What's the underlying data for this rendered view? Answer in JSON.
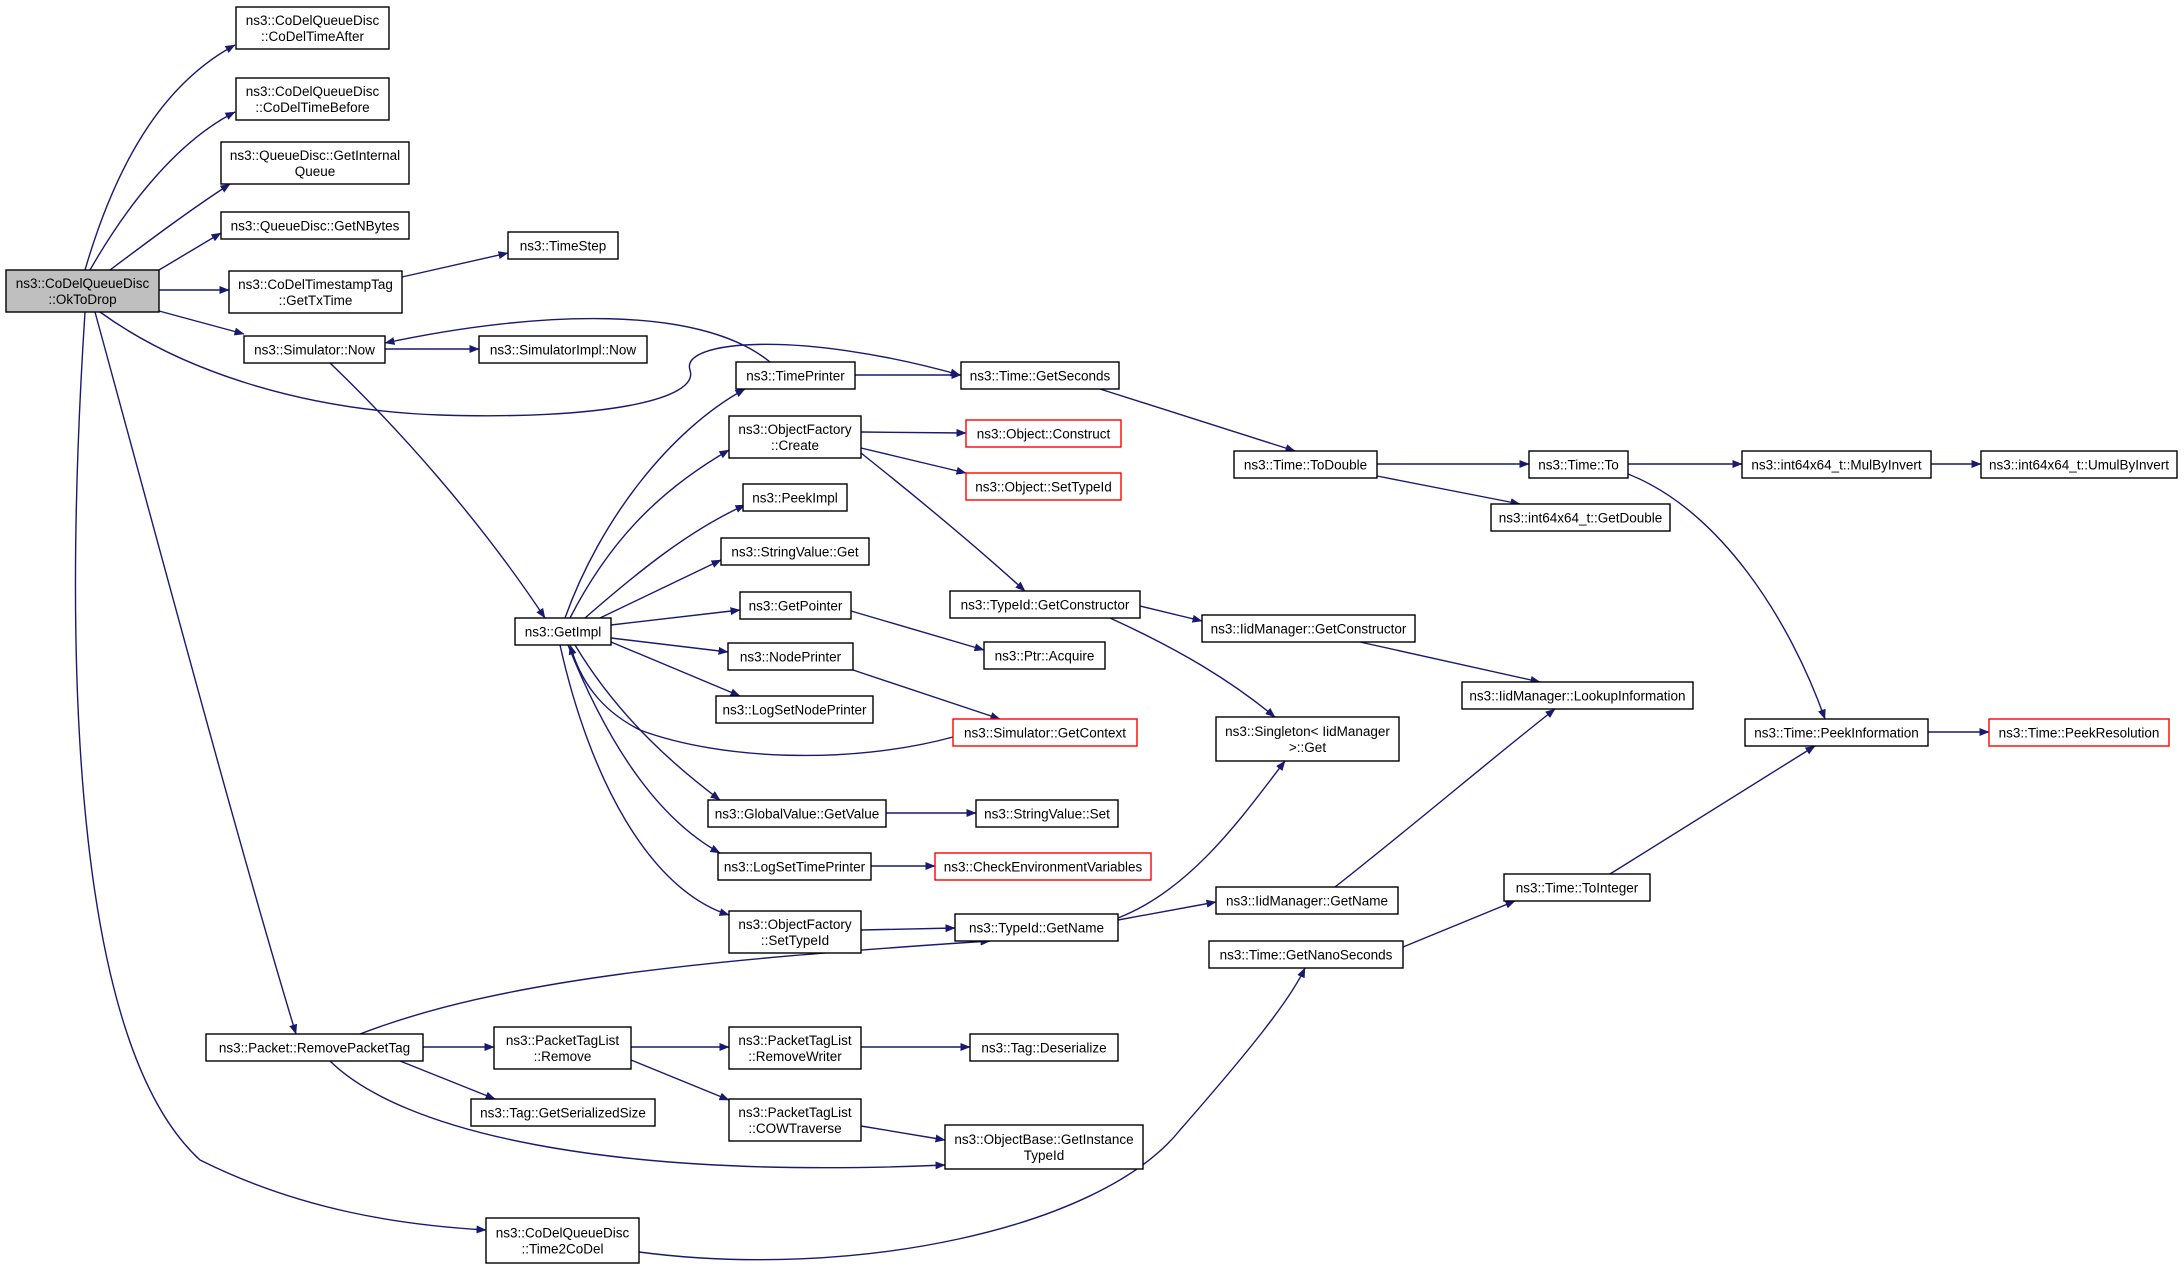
{
  "colors": {
    "edge": "#191970",
    "node_border": "#000000",
    "node_fill": "#ffffff",
    "root_fill": "#bfbfbf",
    "truncated_border": "#ff0000"
  },
  "nodes": [
    {
      "id": "okToDrop",
      "lines": [
        "ns3::CoDelQueueDisc",
        "::OkToDrop"
      ],
      "root": true
    },
    {
      "id": "codelTimeAfter",
      "lines": [
        "ns3::CoDelQueueDisc",
        "::CoDelTimeAfter"
      ]
    },
    {
      "id": "codelTimeBefore",
      "lines": [
        "ns3::CoDelQueueDisc",
        "::CoDelTimeBefore"
      ]
    },
    {
      "id": "getInternalQueue",
      "lines": [
        "ns3::QueueDisc::GetInternal",
        "Queue"
      ]
    },
    {
      "id": "getNBytes",
      "lines": [
        "ns3::QueueDisc::GetNBytes"
      ]
    },
    {
      "id": "getTxTime",
      "lines": [
        "ns3::CoDelTimestampTag",
        "::GetTxTime"
      ]
    },
    {
      "id": "timeStep",
      "lines": [
        "ns3::TimeStep"
      ]
    },
    {
      "id": "simulatorNow",
      "lines": [
        "ns3::Simulator::Now"
      ]
    },
    {
      "id": "simulatorImplNow",
      "lines": [
        "ns3::SimulatorImpl::Now"
      ]
    },
    {
      "id": "timePrinter",
      "lines": [
        "ns3::TimePrinter"
      ]
    },
    {
      "id": "timeGetSeconds",
      "lines": [
        "ns3::Time::GetSeconds"
      ]
    },
    {
      "id": "objectFactoryCreate",
      "lines": [
        "ns3::ObjectFactory",
        "::Create"
      ]
    },
    {
      "id": "objectConstruct",
      "lines": [
        "ns3::Object::Construct"
      ],
      "truncated": true
    },
    {
      "id": "objectSetTypeId",
      "lines": [
        "ns3::Object::SetTypeId"
      ],
      "truncated": true
    },
    {
      "id": "timeToDouble",
      "lines": [
        "ns3::Time::ToDouble"
      ]
    },
    {
      "id": "timeTo",
      "lines": [
        "ns3::Time::To"
      ]
    },
    {
      "id": "mulByInvert",
      "lines": [
        "ns3::int64x64_t::MulByInvert"
      ]
    },
    {
      "id": "umulByInvert",
      "lines": [
        "ns3::int64x64_t::UmulByInvert"
      ]
    },
    {
      "id": "int64GetDouble",
      "lines": [
        "ns3::int64x64_t::GetDouble"
      ]
    },
    {
      "id": "peekImpl",
      "lines": [
        "ns3::PeekImpl"
      ]
    },
    {
      "id": "stringValueGet",
      "lines": [
        "ns3::StringValue::Get"
      ]
    },
    {
      "id": "typeIdGetConstructor",
      "lines": [
        "ns3::TypeId::GetConstructor"
      ]
    },
    {
      "id": "iidGetConstructor",
      "lines": [
        "ns3::IidManager::GetConstructor"
      ]
    },
    {
      "id": "getImpl",
      "lines": [
        "ns3::GetImpl"
      ]
    },
    {
      "id": "getPointer",
      "lines": [
        "ns3::GetPointer"
      ]
    },
    {
      "id": "ptrAcquire",
      "lines": [
        "ns3::Ptr::Acquire"
      ]
    },
    {
      "id": "nodePrinter",
      "lines": [
        "ns3::NodePrinter"
      ]
    },
    {
      "id": "lookupInformation",
      "lines": [
        "ns3::IidManager::LookupInformation"
      ]
    },
    {
      "id": "logSetNodePrinter",
      "lines": [
        "ns3::LogSetNodePrinter"
      ]
    },
    {
      "id": "simulatorGetContext",
      "lines": [
        "ns3::Simulator::GetContext"
      ],
      "truncated": true
    },
    {
      "id": "singletonGet",
      "lines": [
        "ns3::Singleton< IidManager",
        " >::Get"
      ]
    },
    {
      "id": "peekInformation",
      "lines": [
        "ns3::Time::PeekInformation"
      ]
    },
    {
      "id": "peekResolution",
      "lines": [
        "ns3::Time::PeekResolution"
      ],
      "truncated": true
    },
    {
      "id": "globalValueGetValue",
      "lines": [
        "ns3::GlobalValue::GetValue"
      ]
    },
    {
      "id": "stringValueSet",
      "lines": [
        "ns3::StringValue::Set"
      ]
    },
    {
      "id": "logSetTimePrinter",
      "lines": [
        "ns3::LogSetTimePrinter"
      ]
    },
    {
      "id": "checkEnvVars",
      "lines": [
        "ns3::CheckEnvironmentVariables"
      ],
      "truncated": true
    },
    {
      "id": "timeToInteger",
      "lines": [
        "ns3::Time::ToInteger"
      ]
    },
    {
      "id": "iidGetName",
      "lines": [
        "ns3::IidManager::GetName"
      ]
    },
    {
      "id": "objectFactorySetTypeId",
      "lines": [
        "ns3::ObjectFactory",
        "::SetTypeId"
      ]
    },
    {
      "id": "typeIdGetName",
      "lines": [
        "ns3::TypeId::GetName"
      ]
    },
    {
      "id": "getNanoSeconds",
      "lines": [
        "ns3::Time::GetNanoSeconds"
      ]
    },
    {
      "id": "removePacketTag",
      "lines": [
        "ns3::Packet::RemovePacketTag"
      ]
    },
    {
      "id": "packetTagListRemove",
      "lines": [
        "ns3::PacketTagList",
        "::Remove"
      ]
    },
    {
      "id": "removeWriter",
      "lines": [
        "ns3::PacketTagList",
        "::RemoveWriter"
      ]
    },
    {
      "id": "tagDeserialize",
      "lines": [
        "ns3::Tag::Deserialize"
      ]
    },
    {
      "id": "tagGetSerializedSize",
      "lines": [
        "ns3::Tag::GetSerializedSize"
      ]
    },
    {
      "id": "cowTraverse",
      "lines": [
        "ns3::PacketTagList",
        "::COWTraverse"
      ]
    },
    {
      "id": "getInstanceTypeId",
      "lines": [
        "ns3::ObjectBase::GetInstance",
        "TypeId"
      ]
    },
    {
      "id": "time2CoDel",
      "lines": [
        "ns3::CoDelQueueDisc",
        "::Time2CoDel"
      ]
    }
  ]
}
